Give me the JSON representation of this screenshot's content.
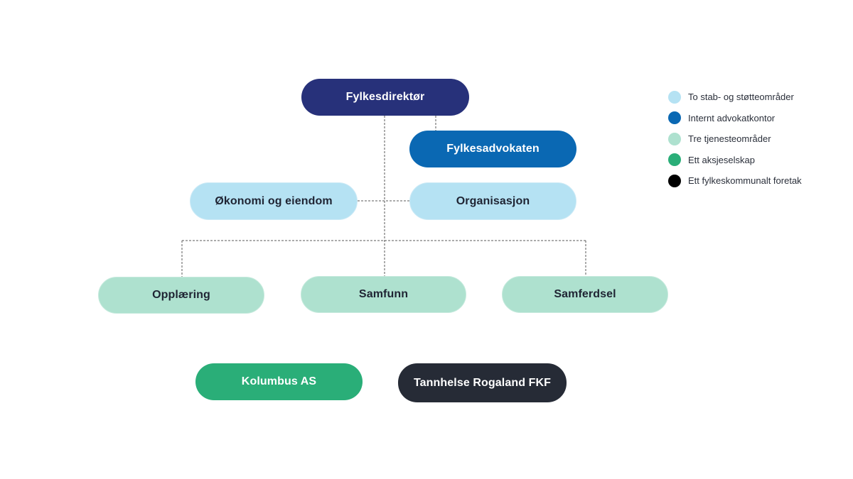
{
  "diagram": {
    "nodes": {
      "director": "Fylkesdirektør",
      "advokat": "Fylkesadvokaten",
      "okonomi": "Økonomi og eiendom",
      "organisasjon": "Organisasjon",
      "opplaering": "Opplæring",
      "samfunn": "Samfunn",
      "samferdsel": "Samferdsel",
      "kolumbus": "Kolumbus AS",
      "tannhelse": "Tannhelse Rogaland FKF"
    }
  },
  "legend": {
    "items": [
      {
        "label": "To stab- og støtteområder",
        "color": "#b5e2f3"
      },
      {
        "label": "Internt advokatkontor",
        "color": "#0a68b3"
      },
      {
        "label": "Tre tjenesteområder",
        "color": "#aee1cf"
      },
      {
        "label": "Ett aksjeselskap",
        "color": "#2aae78"
      },
      {
        "label": "Ett fylkeskommunalt foretak",
        "color": "#000000"
      }
    ]
  },
  "colors": {
    "director": "#27317a",
    "advokat": "#0a68b3",
    "stab": "#b5e2f3",
    "tjeneste": "#aee1cf",
    "aksjeselskap": "#2aae78",
    "foretak": "#262b36",
    "connector": "#555555"
  }
}
